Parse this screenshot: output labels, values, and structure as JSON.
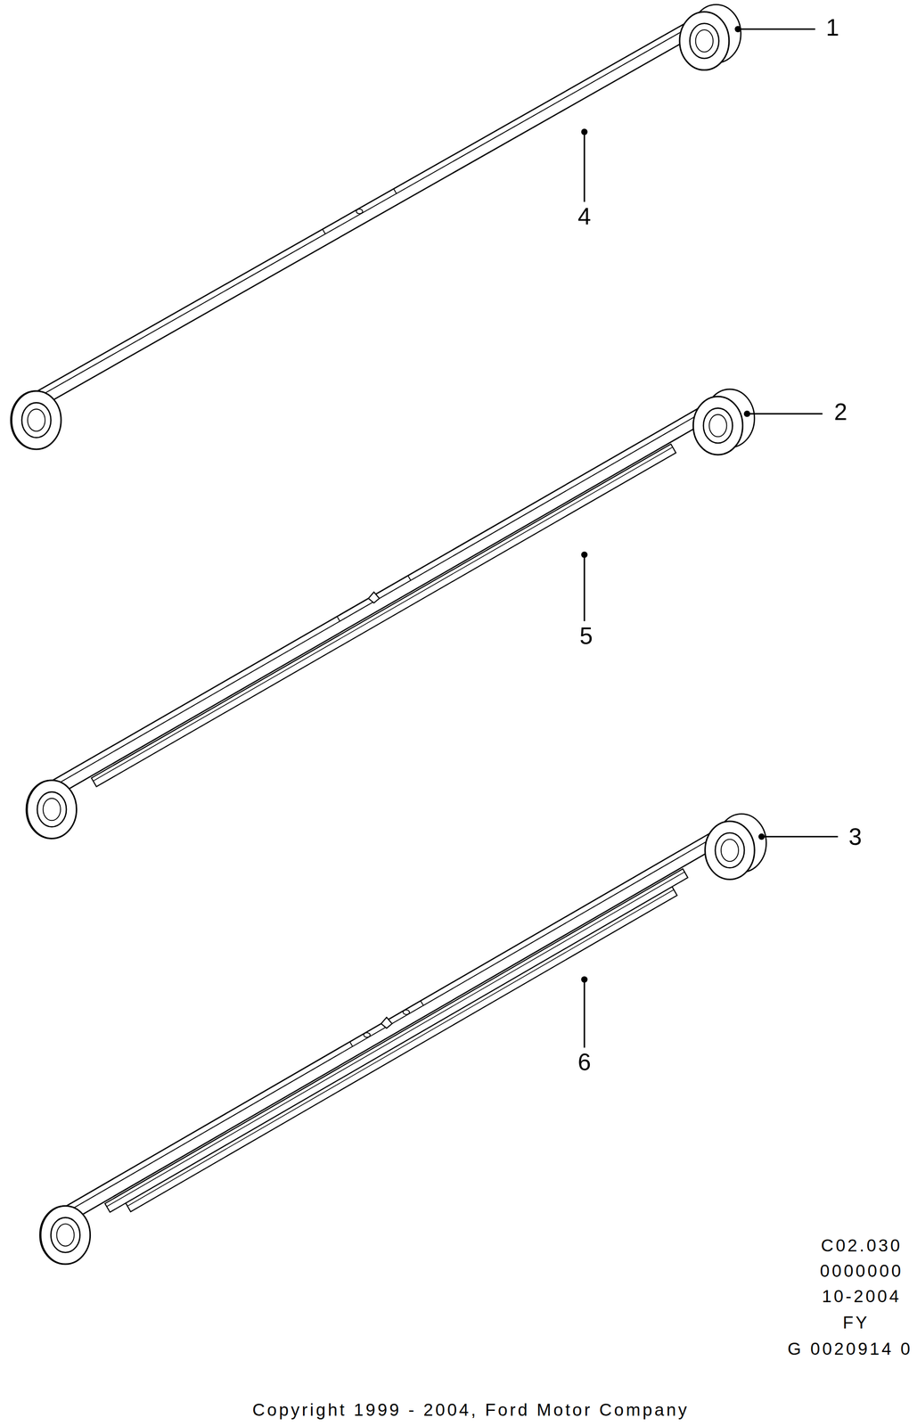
{
  "diagram": {
    "labels": [
      "1",
      "4",
      "2",
      "5",
      "3",
      "6",
      "C02.030",
      "0000000",
      "10-2004",
      "FY",
      "G 0020914 0",
      "Copyright 1999 - 2004, Ford Motor Company"
    ]
  }
}
